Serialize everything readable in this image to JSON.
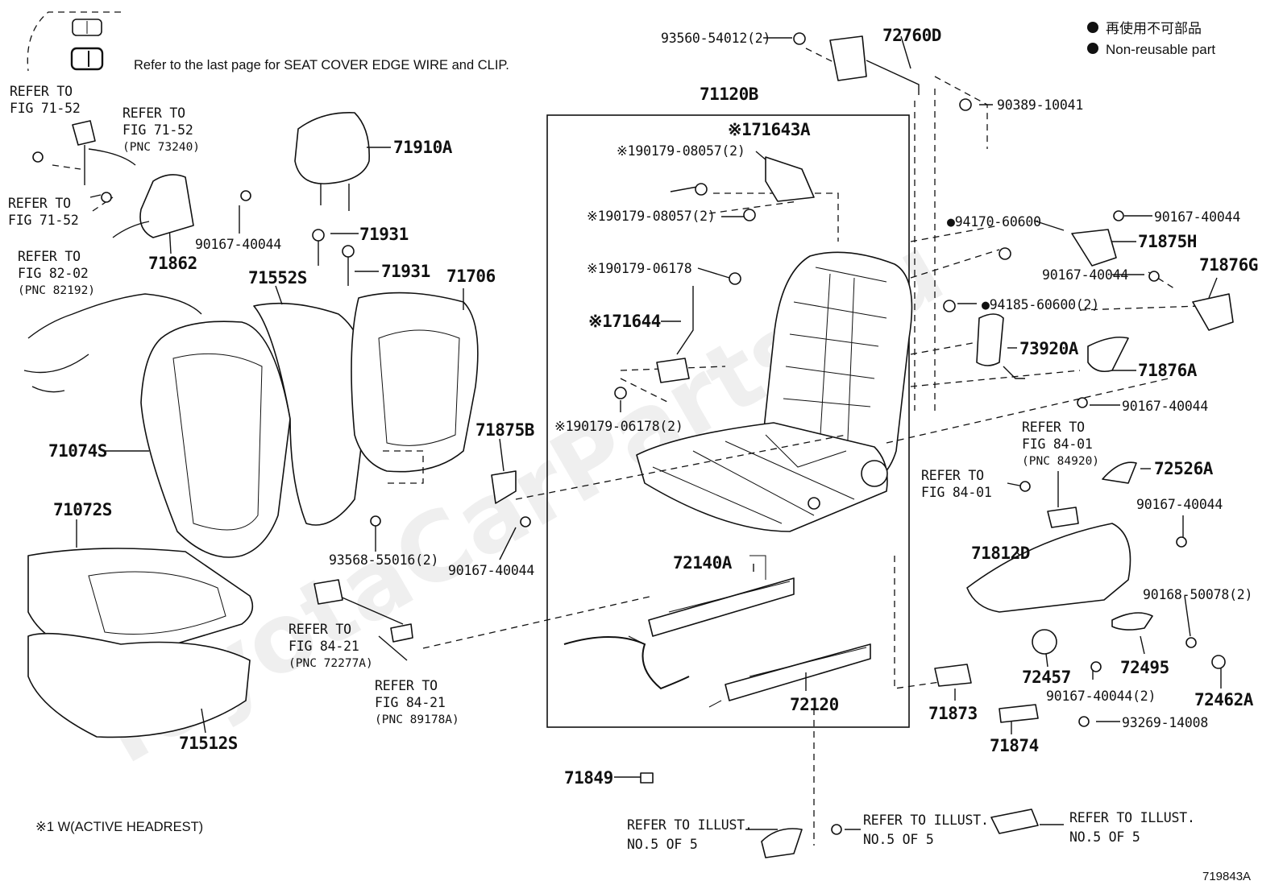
{
  "header": {
    "note": "Refer to the last page for SEAT COVER EDGE WIRE and CLIP.",
    "legend": [
      {
        "symbol": "●",
        "text": "再使用不可部品"
      },
      {
        "symbol": "●",
        "text": "Non-reusable part"
      }
    ]
  },
  "footnote": "※1 W(ACTIVE HEADREST)",
  "illustration_code": "719843A",
  "watermark": "ToyotaCarParts.ru",
  "parts": {
    "p93560": "93560-54012(2)",
    "p72760D": "72760D",
    "p90389": "90389-10041",
    "p71120B": "71120B",
    "p71643A": "※171643A",
    "p90179a": "※190179-08057(2)",
    "p90179b": "※190179-08057(2)",
    "p90179c": "※190179-06178",
    "p71644": "※171644",
    "p90179d": "※190179-06178(2)",
    "p94170": "●94170-60600",
    "p90167a": "90167-40044",
    "p71875H": "71875H",
    "p90167b": "90167-40044",
    "p71876G": "71876G",
    "p94185": "●94185-60600(2)",
    "p73920A": "73920A",
    "p71876A": "71876A",
    "p90167c": "90167-40044",
    "p72526A": "72526A",
    "p90167d": "90167-40044",
    "p71812D": "71812D",
    "p90168": "90168-50078(2)",
    "p72457": "72457",
    "p72495": "72495",
    "p90167e": "90167-40044(2)",
    "p72462A": "72462A",
    "p93269": "93269-14008",
    "p71873": "71873",
    "p71874": "71874",
    "p72140A": "72140A",
    "p72120": "72120",
    "p71849": "71849",
    "p71910A": "71910A",
    "p71931a": "71931",
    "p71931b": "71931",
    "p71862": "71862",
    "p90167f": "90167-40044",
    "p71552S": "71552S",
    "p71706": "71706",
    "p71074S": "71074S",
    "p71875B": "71875B",
    "p93568": "93568-55016(2)",
    "p90167g": "90167-40044",
    "p71072S": "71072S",
    "p71512S": "71512S"
  },
  "refs": {
    "r1": [
      "REFER TO",
      "FIG 71-52"
    ],
    "r2": [
      "REFER TO",
      "FIG 71-52",
      "(PNC 73240)"
    ],
    "r3": [
      "REFER TO",
      "FIG 71-52"
    ],
    "r4": [
      "REFER TO",
      "FIG 82-02",
      "(PNC 82192)"
    ],
    "r5": [
      "REFER TO",
      "FIG 84-21",
      "(PNC 72277A)"
    ],
    "r6": [
      "REFER TO",
      "FIG 84-21",
      "(PNC 89178A)"
    ],
    "r7": [
      "REFER TO",
      "FIG 84-01",
      "(PNC 84920)"
    ],
    "r8": [
      "REFER TO",
      "FIG 84-01"
    ],
    "r9": [
      "REFER TO ILLUST.",
      "NO.5 OF 5"
    ],
    "r10": [
      "REFER TO ILLUST.",
      "NO.5 OF 5"
    ],
    "r11": [
      "REFER TO ILLUST.",
      "NO.5 OF 5"
    ]
  }
}
